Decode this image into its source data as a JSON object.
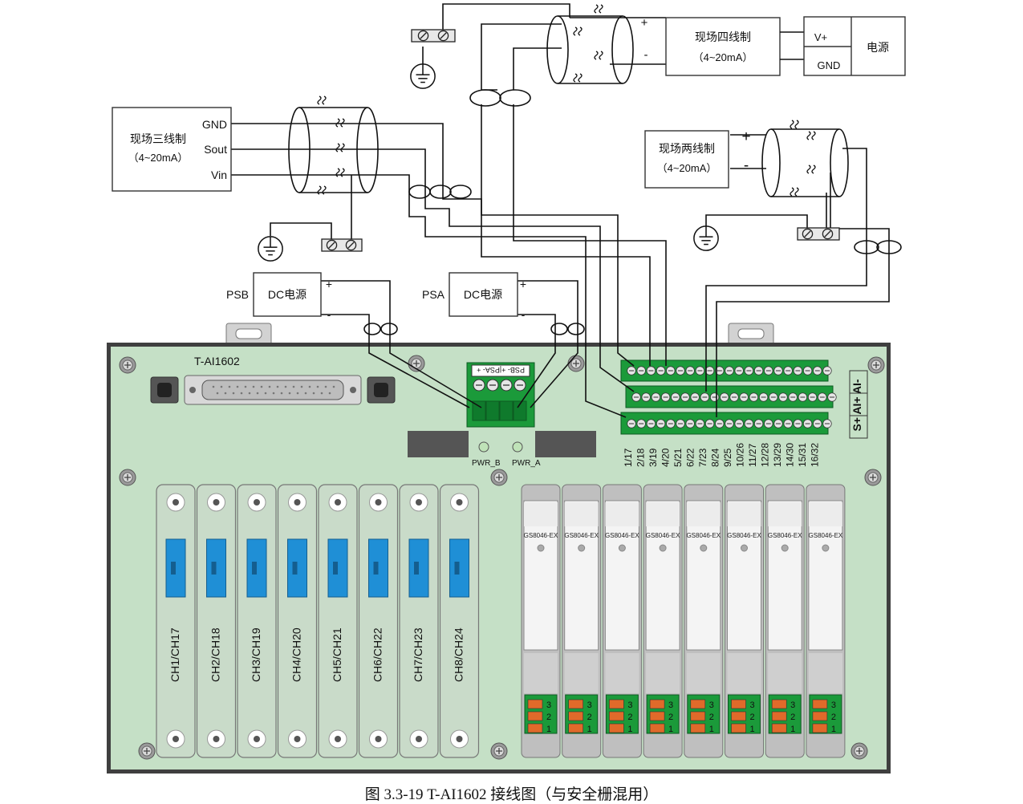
{
  "caption": "图 3.3-19 T-AI1602 接线图（与安全栅混用）",
  "board": {
    "model": "T-AI1602",
    "pwr_b": "PWR_B",
    "pwr_a": "PWR_A",
    "connector_label": "PSB-  +|PSA-  +",
    "side_label": "S+ AI+ AI-",
    "terminal_labels": [
      "1/17",
      "2/18",
      "3/19",
      "4/20",
      "5/21",
      "6/22",
      "7/23",
      "8/24",
      "9/25",
      "10/26",
      "11/27",
      "12/28",
      "13/29",
      "14/30",
      "15/31",
      "16/32"
    ],
    "channel_labels": [
      "CH1/CH17",
      "CH2/CH18",
      "CH3/CH19",
      "CH4/CH20",
      "CH5/CH21",
      "CH6/CH22",
      "CH7/CH23",
      "CH8/CH24"
    ],
    "barrier_model": "GS8046-EX",
    "barrier_terminals": [
      "3",
      "2",
      "1"
    ]
  },
  "devices": {
    "three_wire": {
      "title": "现场三线制",
      "range": "（4~20mA）",
      "gnd": "GND",
      "sout": "Sout",
      "vin": "Vin"
    },
    "four_wire": {
      "title": "现场四线制",
      "range": "（4~20mA）",
      "plus": "+",
      "minus": "-"
    },
    "two_wire": {
      "title": "现场两线制",
      "range": "（4~20mA）",
      "plus": "+",
      "minus": "-"
    },
    "power": {
      "title": "电源",
      "vplus": "V+",
      "gnd": "GND"
    },
    "psb": {
      "label": "PSB",
      "title": "DC电源",
      "plus": "+",
      "minus": "-"
    },
    "psa": {
      "label": "PSA",
      "title": "DC电源",
      "plus": "+",
      "minus": "-"
    }
  },
  "colors": {
    "board": "#c5e0c6",
    "terminal_green": "#1b9a3a",
    "blue_switch": "#1f8fd6",
    "wire": "#111111"
  }
}
